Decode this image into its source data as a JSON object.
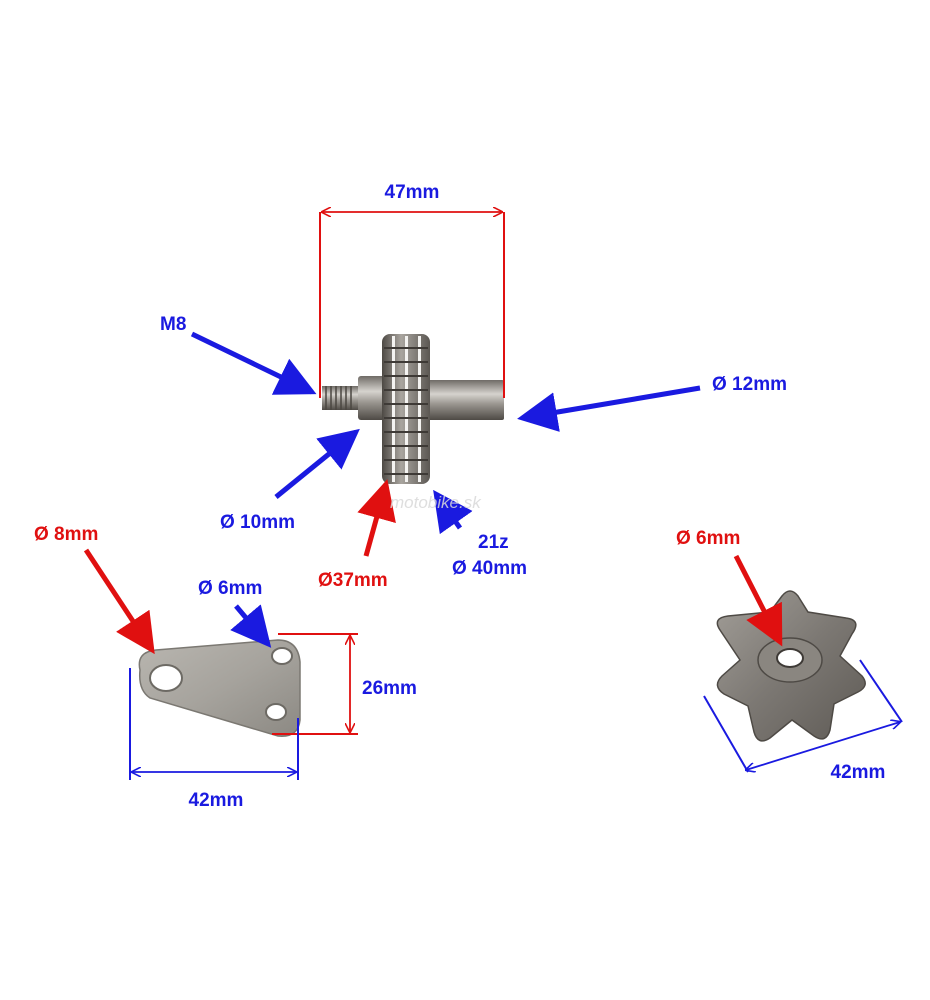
{
  "colors": {
    "blue": "#1a1ae0",
    "red": "#e01010",
    "metal_dark": "#5a5650",
    "metal_mid": "#8e8a84",
    "metal_light": "#c9c6c0"
  },
  "labels": {
    "width_47": "47mm",
    "m8": "M8",
    "dia_12": "Ø 12mm",
    "dia_10": "Ø 10mm",
    "dia_37": "Ø37mm",
    "teeth": "21z",
    "dia_40": "Ø 40mm",
    "plate_dia_8": "Ø 8mm",
    "plate_dia_6": "Ø 6mm",
    "plate_height": "26mm",
    "plate_width": "42mm",
    "star_dia_6": "Ø 6mm",
    "star_width": "42mm"
  },
  "watermark": "motobike.sk"
}
